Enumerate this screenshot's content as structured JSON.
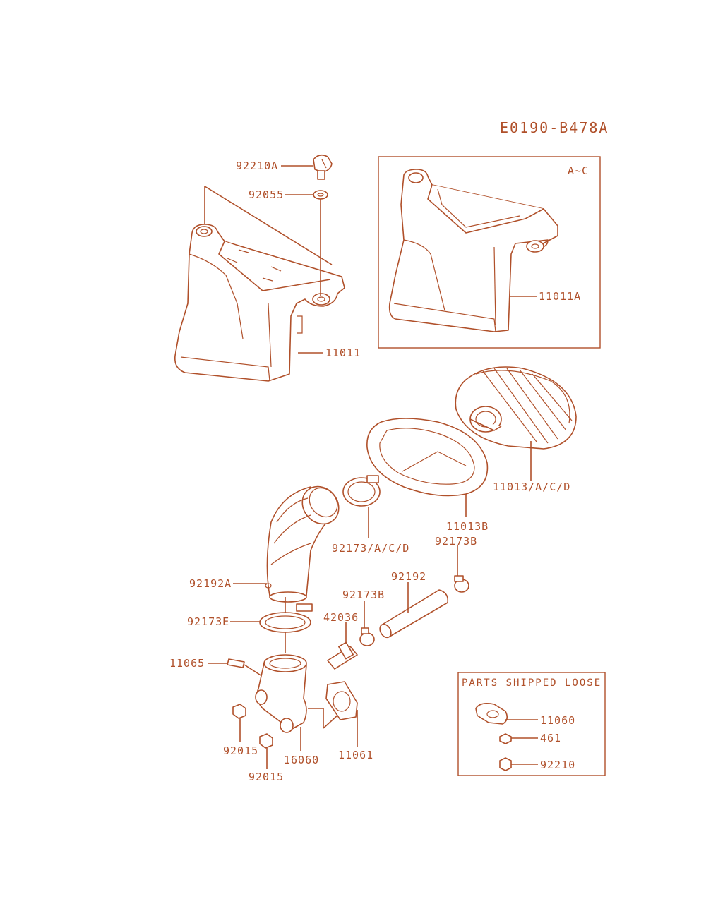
{
  "diagram_code": "E0190-B478A",
  "inset_label": "A~C",
  "loose_parts_title": "PARTS SHIPPED LOOSE",
  "labels": {
    "p92210A": "92210A",
    "p92055": "92055",
    "p11011": "11011",
    "p11011A": "11011A",
    "p11013ACD": "11013/A/C/D",
    "p11013B": "11013B",
    "p92173ACD": "92173/A/C/D",
    "p92173B_upper": "92173B",
    "p92192A": "92192A",
    "p92192": "92192",
    "p92173B_lower": "92173B",
    "p92173E": "92173E",
    "p42036": "42036",
    "p11065": "11065",
    "p92015_a": "92015",
    "p92015_b": "92015",
    "p16060": "16060",
    "p11061": "11061",
    "p11060": "11060",
    "p461": "461",
    "p92210": "92210"
  },
  "colors": {
    "line": "#b0502a",
    "background": "#ffffff"
  }
}
